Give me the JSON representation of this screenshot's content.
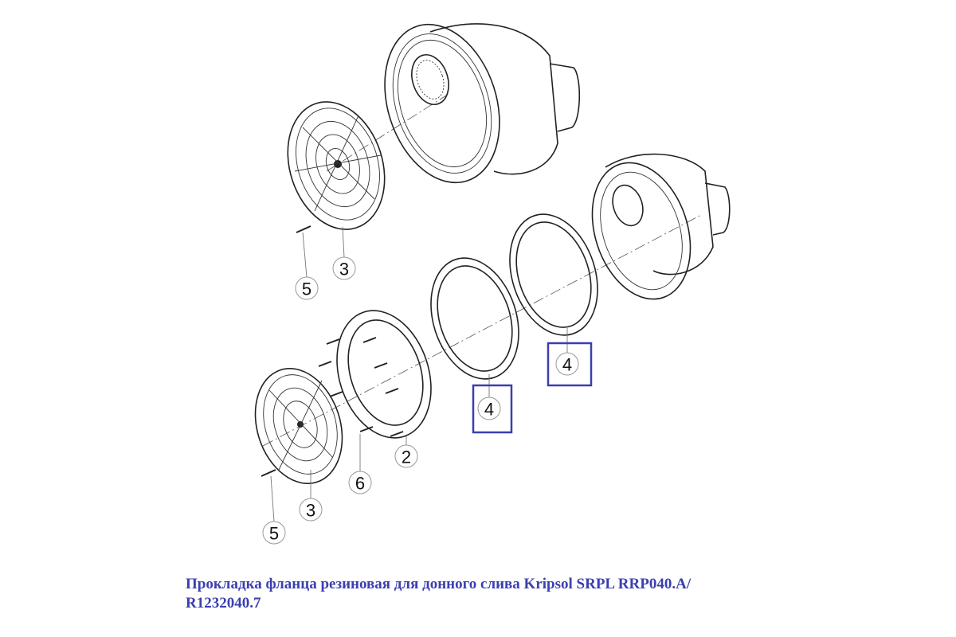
{
  "diagram": {
    "callouts": [
      {
        "id": "top-screw",
        "label": "5",
        "highlighted": false
      },
      {
        "id": "top-grate",
        "label": "3",
        "highlighted": false
      },
      {
        "id": "gasket-a",
        "label": "4",
        "highlighted": true
      },
      {
        "id": "gasket-b",
        "label": "4",
        "highlighted": true
      },
      {
        "id": "flange",
        "label": "2",
        "highlighted": false
      },
      {
        "id": "flange-screw",
        "label": "6",
        "highlighted": false
      },
      {
        "id": "bottom-grate",
        "label": "3",
        "highlighted": false
      },
      {
        "id": "bottom-screw",
        "label": "5",
        "highlighted": false
      }
    ],
    "highlight_color": "#3b3fb0"
  },
  "caption": {
    "line1": "Прокладка фланца резиновая для донного слива Kripsol SRPL RRP040.A/",
    "line2": "R1232040.7"
  }
}
